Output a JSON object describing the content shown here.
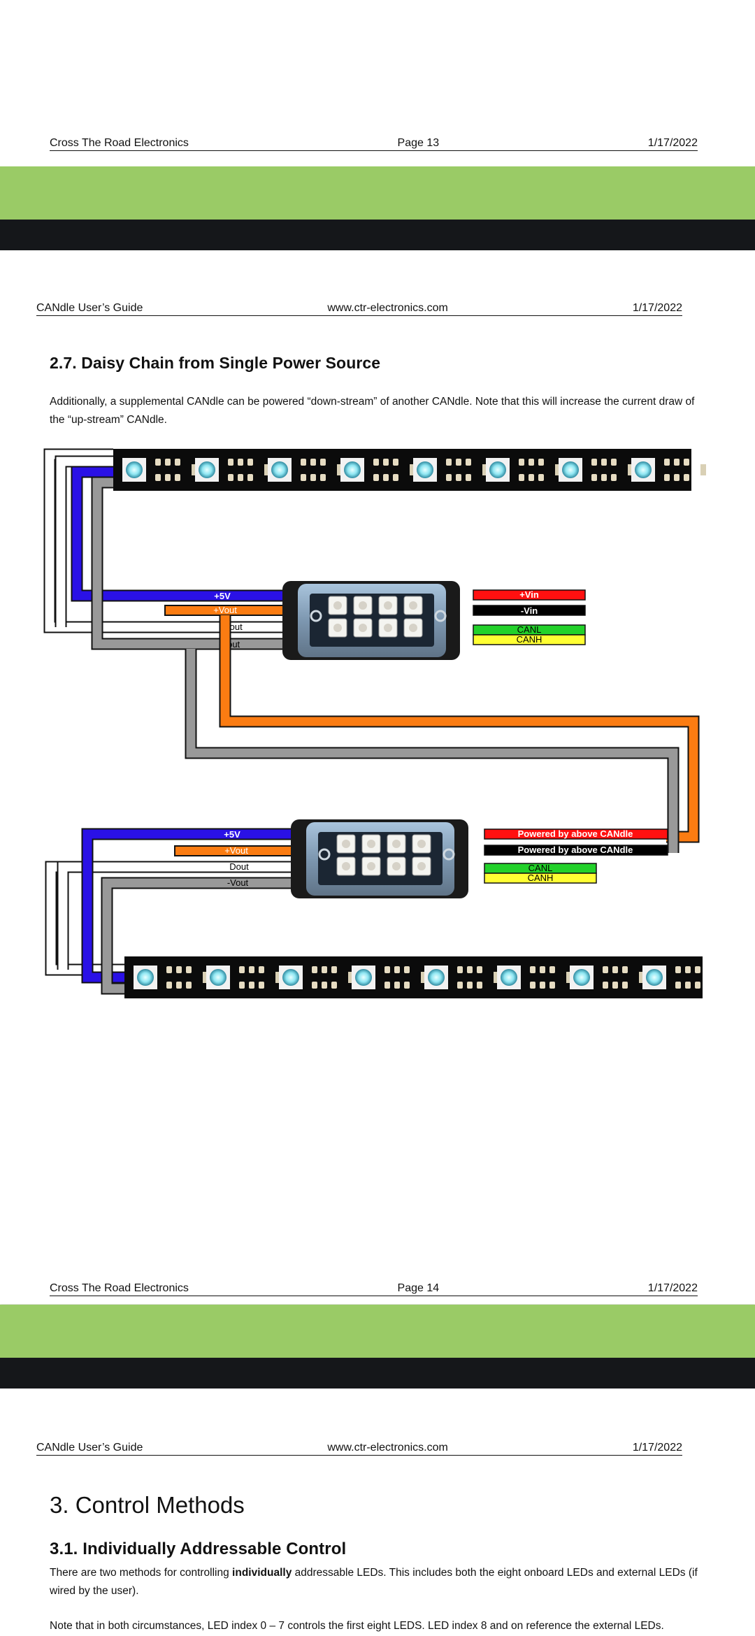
{
  "page13_footer": {
    "left": "Cross The Road Electronics",
    "center": "Page 13",
    "right": "1/17/2022"
  },
  "page14_header": {
    "left": "CANdle User’s Guide",
    "center": "www.ctr-electronics.com",
    "right": "1/17/2022"
  },
  "section_2_7": {
    "heading": "2.7. Daisy Chain from Single Power Source",
    "paragraph": "Additionally, a supplemental CANdle can be powered “down-stream” of another CANdle.  Note that this will increase the current draw of the “up-stream” CANdle."
  },
  "diagram": {
    "top_candle_labels": {
      "plus5v": "+5V",
      "vout_plus": "+Vout",
      "dout": "Dout",
      "vout_minus": "-Vout"
    },
    "top_candle_right": {
      "vin_plus": "+Vin",
      "vin_minus": "-Vin",
      "canl": "CANL",
      "canh": "CANH"
    },
    "bottom_candle_labels": {
      "plus5v": "+5V",
      "vout_plus": "+Vout",
      "dout": "Dout",
      "vout_minus": "-Vout"
    },
    "bottom_candle_right": {
      "powered1": "Powered by above CANdle",
      "powered2": "Powered by above CANdle",
      "canl": "CANL",
      "canh": "CANH"
    },
    "colors": {
      "blue": "#2a11e6",
      "orange": "#fb7c12",
      "gray": "#999999",
      "red": "#ff1010",
      "green": "#22d12a",
      "yellow": "#ffff33",
      "black": "#000000"
    }
  },
  "page14_footer": {
    "left": "Cross The Road Electronics",
    "center": "Page 14",
    "right": "1/17/2022"
  },
  "page15_header": {
    "left": "CANdle User’s Guide",
    "center": "www.ctr-electronics.com",
    "right": "1/17/2022"
  },
  "section_3": {
    "heading": "3. Control Methods"
  },
  "section_3_1": {
    "heading": "3.1. Individually Addressable Control",
    "para1_before": "There are two methods for controlling ",
    "para1_bold": "individually",
    "para1_after": " addressable LEDs.  This includes both the eight onboard LEDs and external LEDs (if wired by the user).",
    "para2": "Note that in both circumstances, LED index 0 – 7 controls the first eight LEDS.  LED index 8 and on reference the external LEDs."
  }
}
